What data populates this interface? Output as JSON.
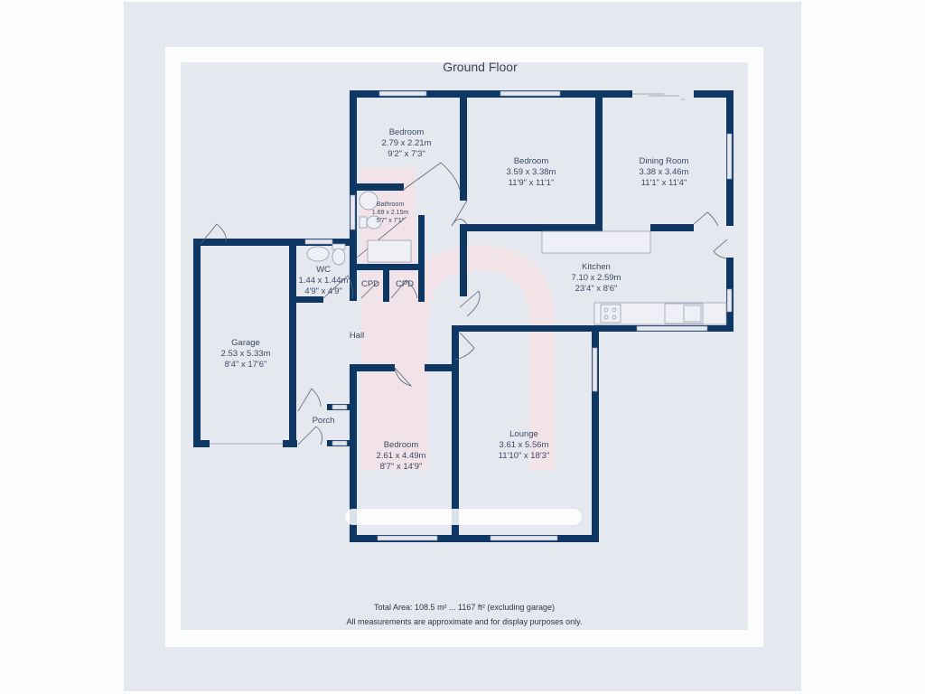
{
  "plan": {
    "title": "Ground Floor",
    "wall_color": "#0e3863",
    "background_color": "#e6e8f0",
    "watermark_color": "#fbe3e3"
  },
  "rooms": {
    "bedroom1": {
      "name": "Bedroom",
      "metric": "2.79 x 2.21m",
      "imperial": "9'2\" x 7'3\""
    },
    "bedroom2": {
      "name": "Bedroom",
      "metric": "3.59 x 3.38m",
      "imperial": "11'9\" x 11'1\""
    },
    "dining": {
      "name": "Dining Room",
      "metric": "3.38 x 3.46m",
      "imperial": "11'1\" x 11'4\""
    },
    "bathroom": {
      "name": "Bathroom",
      "metric": "1.69 x 2.15m",
      "imperial": "5'7\" x 7'1\""
    },
    "kitchen": {
      "name": "Kitchen",
      "metric": "7.10 x 2.59m",
      "imperial": "23'4\" x 8'6\""
    },
    "wc": {
      "name": "WC",
      "metric": "1.44 x 1.44m",
      "imperial": "4'9\" x 4'9\""
    },
    "cpd1": {
      "name": "CPD"
    },
    "cpd2": {
      "name": "CPD"
    },
    "garage": {
      "name": "Garage",
      "metric": "2.53 x 5.33m",
      "imperial": "8'4\" x 17'6\""
    },
    "hall": {
      "name": "Hall"
    },
    "porch": {
      "name": "Porch"
    },
    "bedroom3": {
      "name": "Bedroom",
      "metric": "2.61 x 4.49m",
      "imperial": "8'7\" x 14'9\""
    },
    "lounge": {
      "name": "Lounge",
      "metric": "3.61 x 5.56m",
      "imperial": "11'10\" x 18'3\""
    }
  },
  "footer": {
    "total_area": "Total Area: 108.5 m² ... 1167 ft² (excluding garage)",
    "disclaimer": "All measurements are approximate and for display purposes only."
  }
}
